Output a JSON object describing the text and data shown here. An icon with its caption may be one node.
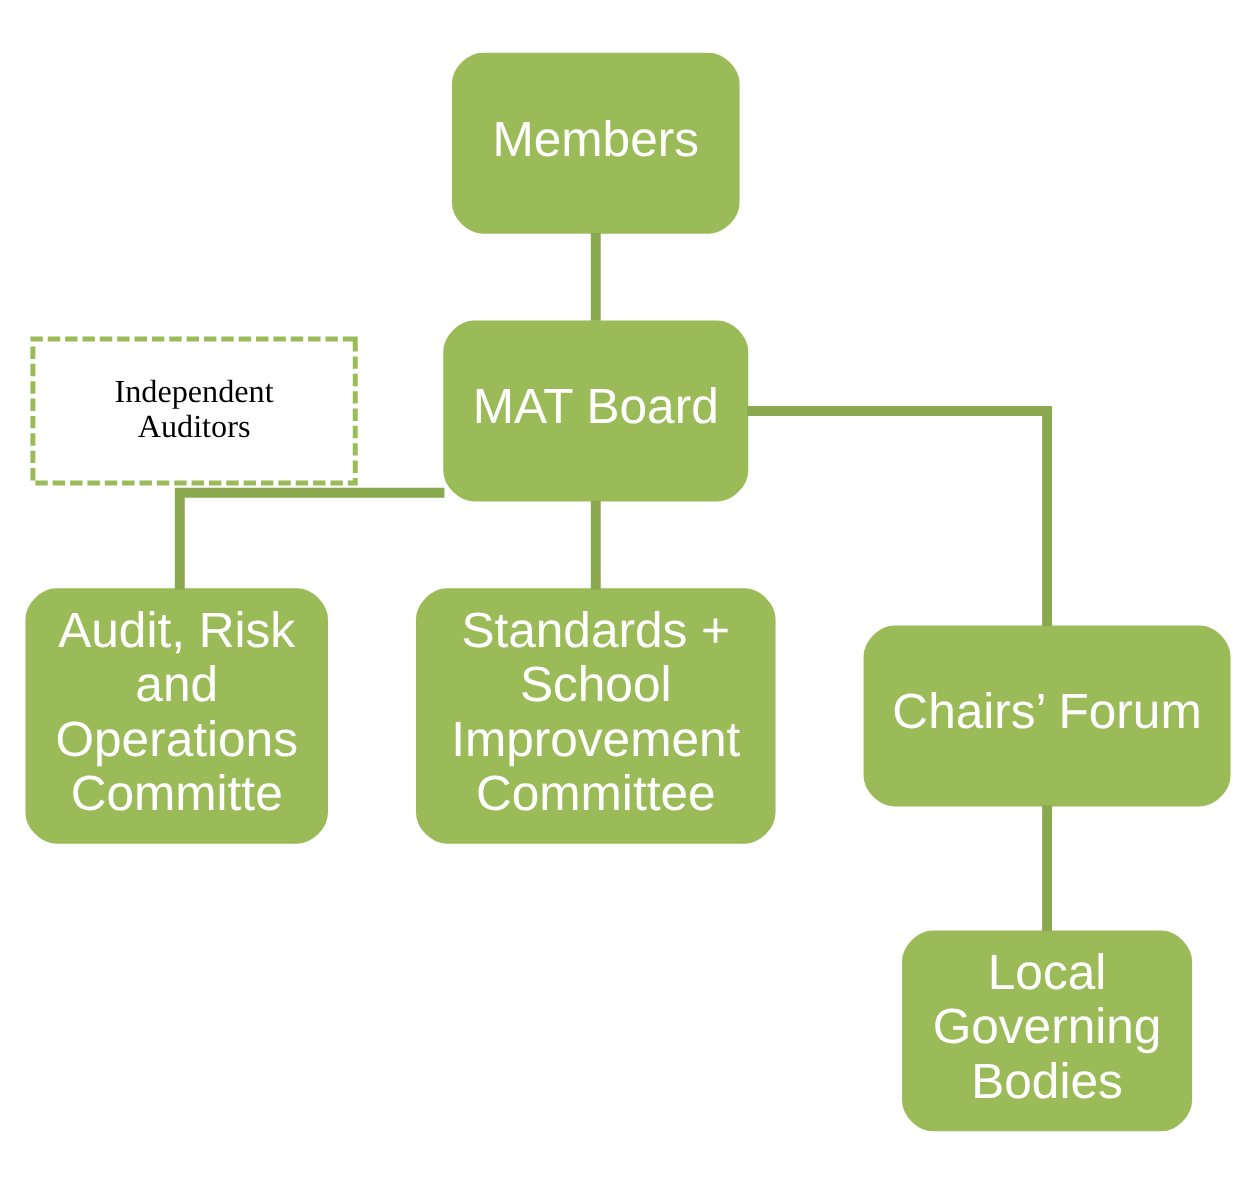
{
  "diagram": {
    "nodes": [
      {
        "text": [
          "Members"
        ]
      },
      {
        "text": [
          "Independent Auditors"
        ]
      },
      {
        "text": [
          "MAT Board"
        ]
      },
      {
        "text": [
          "Audit, Risk and Operations Committe"
        ]
      },
      {
        "text": [
          "Standards + School Improvement Committee"
        ]
      },
      {
        "text": [
          "Chairs’ Forum"
        ]
      },
      {
        "text": [
          "Local Governing Bodies"
        ]
      }
    ],
    "edges": [
      {
        "from": 0,
        "to": 2,
        "arrow": "none"
      },
      {
        "from": 2,
        "to": 3,
        "arrow": "none"
      },
      {
        "from": 2,
        "to": 4,
        "arrow": "none"
      },
      {
        "from": 2,
        "to": 5,
        "arrow": "none"
      },
      {
        "from": 5,
        "to": 6,
        "arrow": "none"
      }
    ]
  }
}
